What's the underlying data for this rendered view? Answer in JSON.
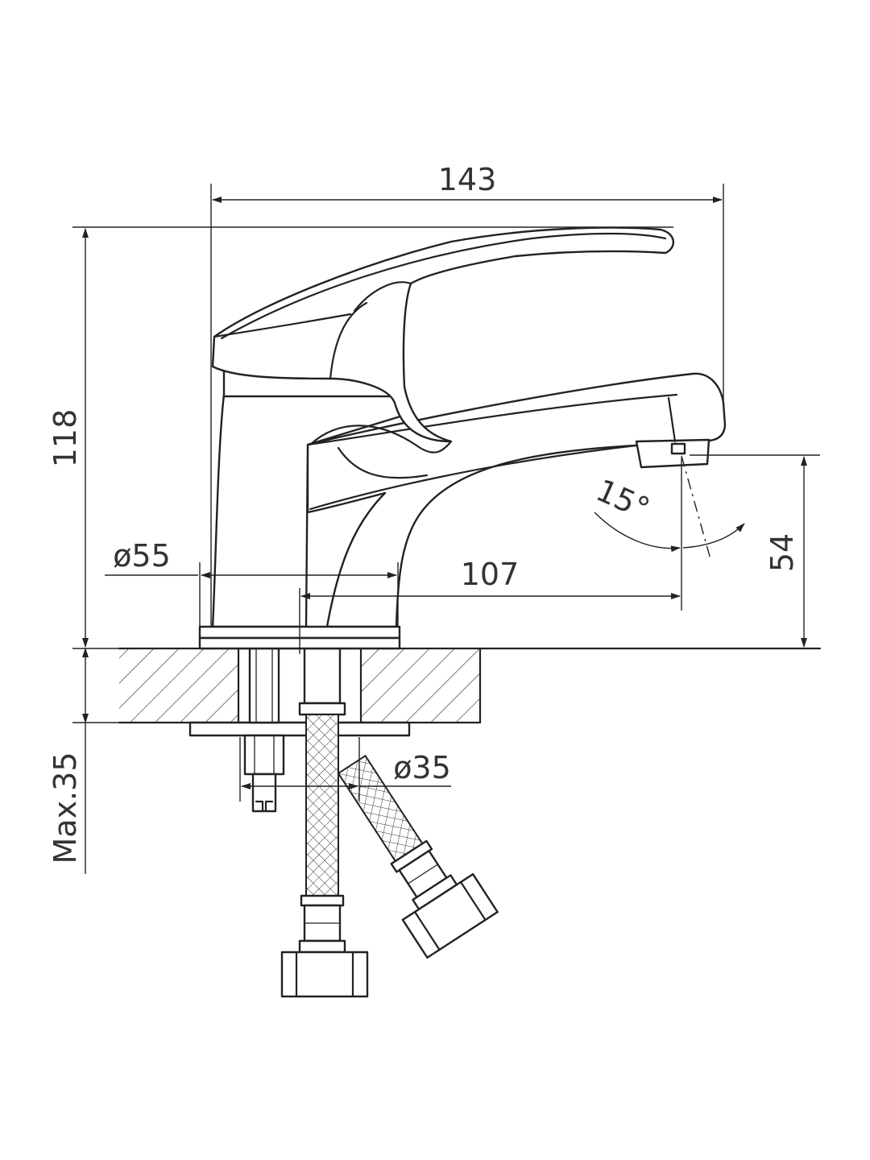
{
  "dimensions": {
    "overall_width": "143",
    "overall_height": "118",
    "base_diameter": "ø55",
    "spout_reach": "107",
    "spout_height": "54",
    "spout_angle": "15°",
    "mount_hole_diameter": "ø35",
    "max_counter_thickness": "Max.35"
  },
  "colors": {
    "line": "#222222",
    "text": "#333333",
    "background": "#ffffff"
  }
}
